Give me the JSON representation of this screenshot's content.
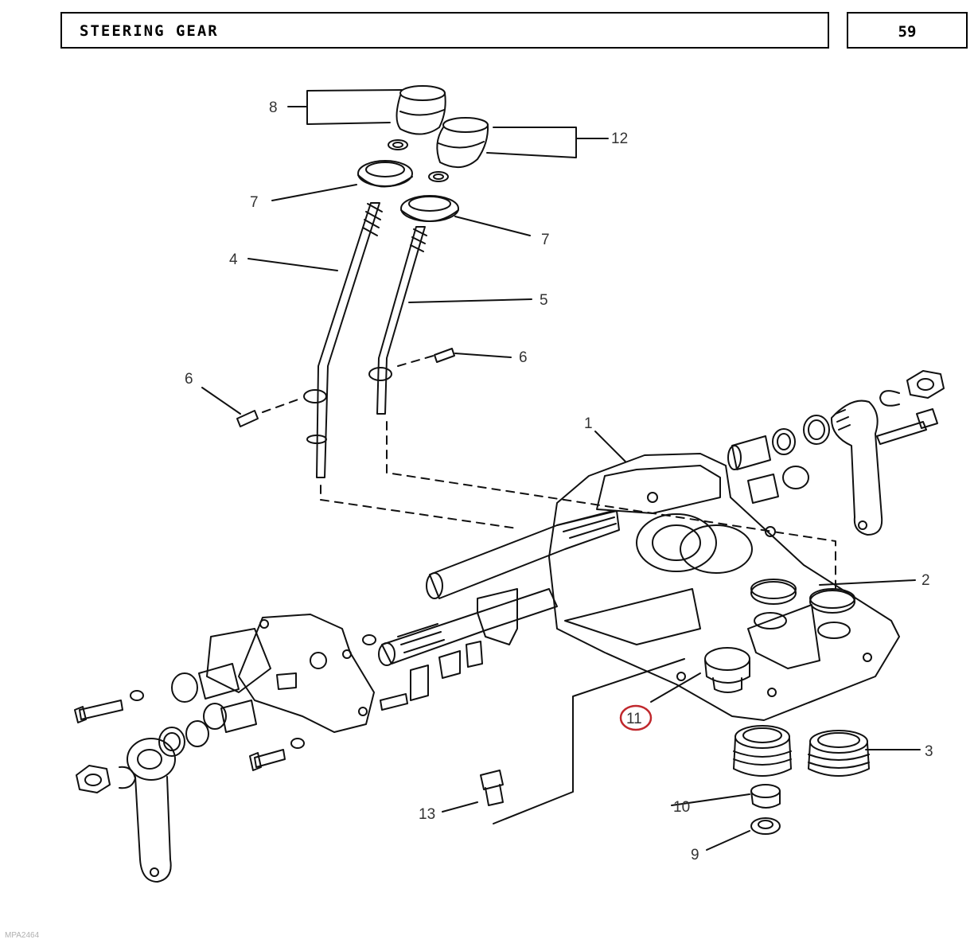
{
  "header": {
    "title": "STEERING GEAR",
    "page_number": "59"
  },
  "callouts": [
    {
      "id": "c8",
      "label": "8"
    },
    {
      "id": "c12",
      "label": "12"
    },
    {
      "id": "c7a",
      "label": "7"
    },
    {
      "id": "c7b",
      "label": "7"
    },
    {
      "id": "c4",
      "label": "4"
    },
    {
      "id": "c5",
      "label": "5"
    },
    {
      "id": "c6a",
      "label": "6"
    },
    {
      "id": "c6b",
      "label": "6"
    },
    {
      "id": "c1",
      "label": "1"
    },
    {
      "id": "c2",
      "label": "2"
    },
    {
      "id": "c3",
      "label": "3"
    },
    {
      "id": "c11",
      "label": "11",
      "highlighted": true
    },
    {
      "id": "c13",
      "label": "13"
    },
    {
      "id": "c10",
      "label": "10"
    },
    {
      "id": "c9",
      "label": "9"
    }
  ],
  "highlight_color": "#c0282d",
  "footer": {
    "reference": "MPA2464"
  }
}
